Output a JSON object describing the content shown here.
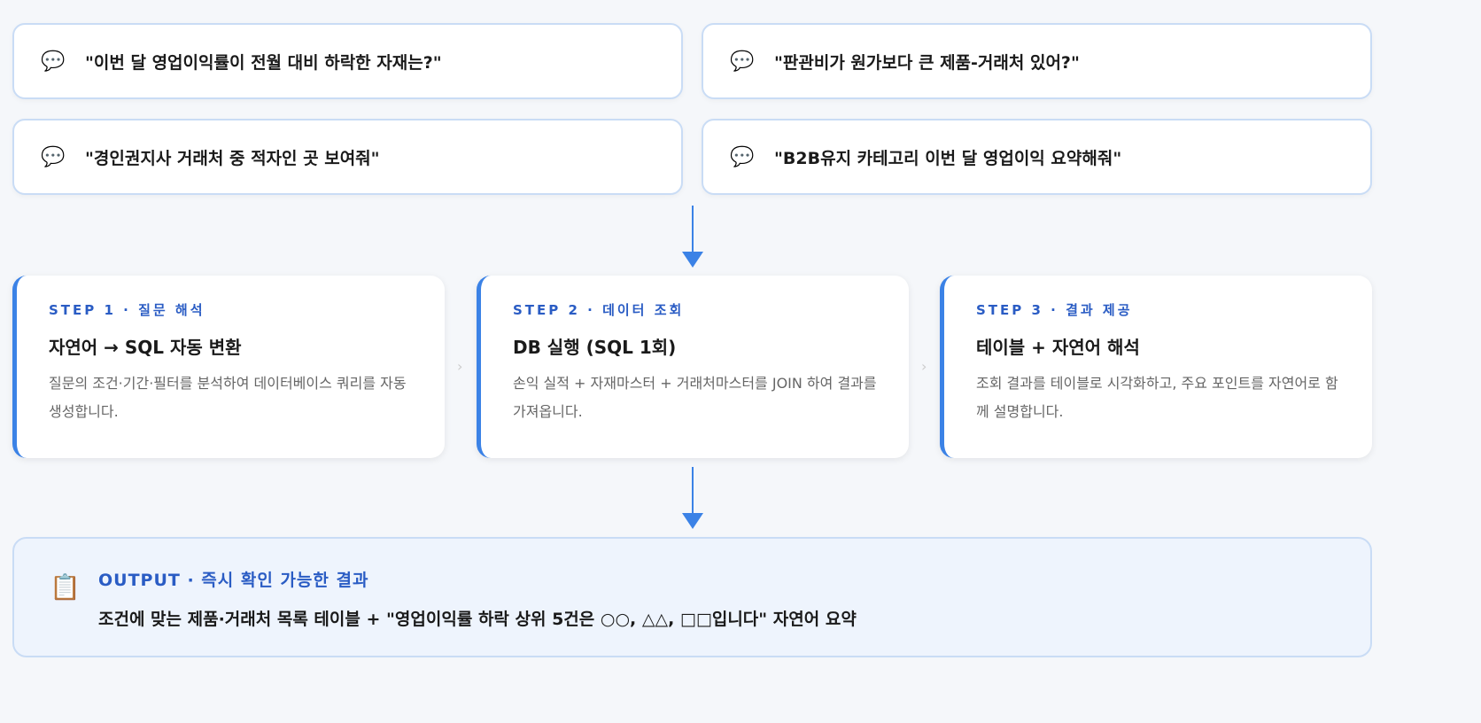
{
  "questions": [
    "\"이번 달 영업이익률이 전월 대비 하락한 자재는?\"",
    "\"판관비가 원가보다 큰 제품-거래처 있어?\"",
    "\"경인권지사 거래처 중 적자인 곳 보여줘\"",
    "\"B2B유지 카테고리 이번 달 영업이익 요약해줘\""
  ],
  "icons": {
    "question": "💬",
    "output": "📋",
    "chevron": "›"
  },
  "steps": [
    {
      "label": "STEP 1 · 질문 해석",
      "title": "자연어 → SQL 자동 변환",
      "desc": "질문의 조건·기간·필터를 분석하여 데이터베이스 쿼리를 자동 생성합니다."
    },
    {
      "label": "STEP 2 · 데이터 조회",
      "title": "DB 실행 (SQL 1회)",
      "desc": "손익 실적 + 자재마스터 + 거래처마스터를 JOIN 하여 결과를 가져옵니다."
    },
    {
      "label": "STEP 3 · 결과 제공",
      "title": "테이블 + 자연어 해석",
      "desc": "조회 결과를 테이블로 시각화하고, 주요 포인트를 자연어로 함께 설명합니다."
    }
  ],
  "output": {
    "label": "OUTPUT · 즉시 확인 가능한 결과",
    "text": "조건에 맞는 제품·거래처 목록 테이블 + \"영업이익률 하락 상위 5건은 ○○, △△, □□입니다\" 자연어 요약"
  }
}
